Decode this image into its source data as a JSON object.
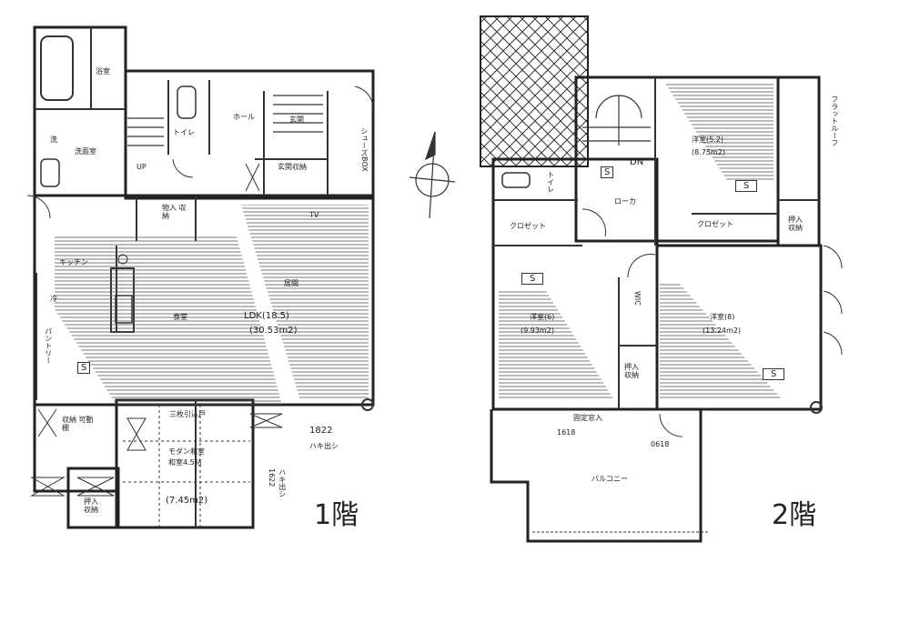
{
  "floor1": {
    "title": "1階",
    "rooms": {
      "bath": "浴室",
      "washer": "洗",
      "washroom": "洗面室",
      "toilet": "トイレ",
      "hall": "ホール",
      "entrance": "玄関",
      "entrance_storage": "玄関収納",
      "shoebox": "シューズBOX",
      "storage": "物入 収納",
      "kitchen": "キッチン",
      "fridge": "冷",
      "dining": "食堂",
      "living": "居間",
      "ldk": "LDK(18.5)",
      "ldk_area": "(30.53m2)",
      "shelf": "収納 可動棚",
      "sliding_door": "三枚引込戸",
      "washitsu": "モダン和室",
      "washitsu_size": "和室4.5帖",
      "washitsu_area": "(7.45m2)",
      "closet": "押入 収納",
      "pantry": "パントリー",
      "up": "UP",
      "tv": "TV",
      "s": "S"
    },
    "windows": {
      "w1": "1822",
      "w1_type": "ハキ出シ",
      "w2": "1622",
      "w2_type": "ハキ出シ"
    }
  },
  "floor2": {
    "title": "2階",
    "rooms": {
      "dn": "DN",
      "s": "S",
      "corridor": "ローカ",
      "toilet": "トイレ",
      "room1": "洋室(5.2)",
      "room1_area": "(8.75m2)",
      "closet1": "クロゼット",
      "closet2": "クロゼット",
      "room2": "洋室(6)",
      "room2_area": "(9.93m2)",
      "room3": "洋室(8)",
      "room3_area": "(13.24m2)",
      "wic": "WIC",
      "storage1": "押入 収納",
      "storage2": "押入 収納",
      "fixed_window": "固定窓入",
      "balcony": "バルコニー",
      "flat_roof": "フラットルーフ"
    },
    "windows": {
      "w1": "1618",
      "w2": "0618"
    }
  },
  "compass": "north-arrow-icon"
}
